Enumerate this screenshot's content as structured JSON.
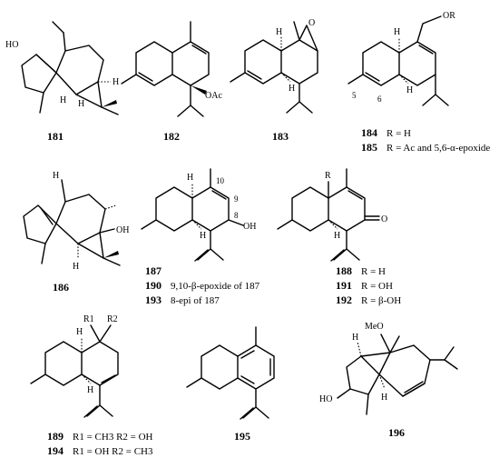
{
  "compounds": [
    {
      "id": "c181",
      "label": "181"
    },
    {
      "id": "c182",
      "label": "182",
      "groups": [
        "OAc"
      ]
    },
    {
      "id": "c183",
      "label": "183",
      "groups": [
        "O"
      ]
    },
    {
      "id": "c184",
      "label": "184",
      "groups": [
        "OR"
      ],
      "locants": [
        "5",
        "6"
      ],
      "notes": [
        "R = H",
        "R = Ac and 5,6-α-epoxide"
      ],
      "extra_label": "185"
    },
    {
      "id": "c186",
      "label": "186",
      "groups": [
        "OH"
      ]
    },
    {
      "id": "c187",
      "label": "187",
      "groups": [
        "OH"
      ],
      "locants": [
        "10",
        "9",
        "8"
      ],
      "notes": [
        "9,10-β-epoxide of 187",
        "8-epi of 187"
      ],
      "extra_labels": [
        "190",
        "193"
      ]
    },
    {
      "id": "c188",
      "label": "188",
      "groups": [
        "R",
        "O"
      ],
      "notes": [
        "R = H",
        "R = OH",
        "R = β-OH"
      ],
      "extra_labels": [
        "191",
        "192"
      ]
    },
    {
      "id": "c189",
      "label": "189",
      "groups": [
        "R1",
        "R2"
      ],
      "notes": [
        "R1 = CH3  R2 = OH",
        "R1 = OH  R2 = CH3"
      ],
      "extra_label": "194"
    },
    {
      "id": "c195",
      "label": "195"
    },
    {
      "id": "c196",
      "label": "196",
      "groups": [
        "MeO",
        "HO"
      ]
    }
  ],
  "atoms": {
    "H": "H",
    "HO": "HO",
    "OH": "OH"
  }
}
